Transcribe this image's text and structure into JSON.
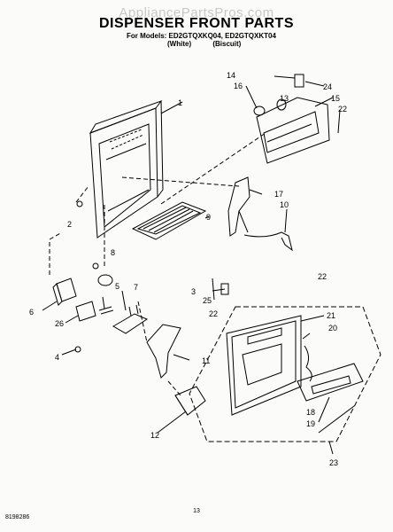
{
  "watermark": "AppliancePartsPros.com",
  "title": "DISPENSER FRONT PARTS",
  "models_line": "For Models: ED2GTQXKQ04, ED2GTQXKT04",
  "color_labels": [
    "(White)",
    "(Biscuit)"
  ],
  "doc_number": "8198286",
  "page_number": "13",
  "callouts": [
    "1",
    "2",
    "3",
    "4",
    "5",
    "6",
    "7",
    "8",
    "9",
    "10",
    "11",
    "12",
    "13",
    "14",
    "15",
    "16",
    "17",
    "18",
    "19",
    "20",
    "21",
    "22",
    "22",
    "22",
    "22",
    "23",
    "24",
    "25",
    "26"
  ],
  "colors": {
    "line": "#000000",
    "watermark": "#c8c8c8",
    "paper": "#fbfbfa"
  }
}
